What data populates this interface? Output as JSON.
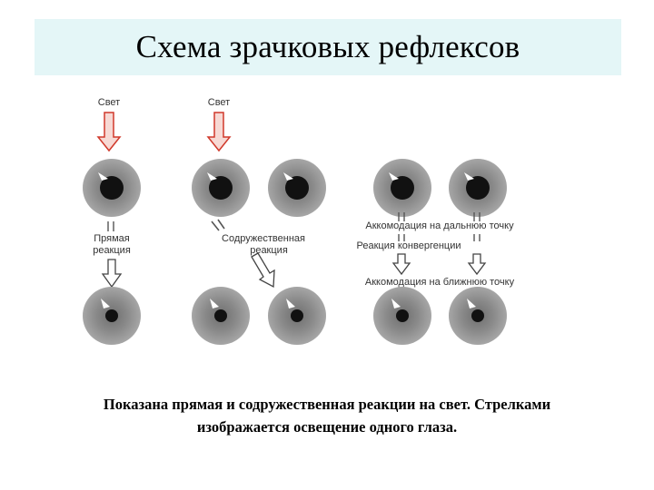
{
  "title": "Схема зрачковых рефлексов",
  "diagram": {
    "light_label_1": "Свет",
    "light_label_2": "Свет",
    "direct_reaction_line1": "Прямая",
    "direct_reaction_line2": "реакция",
    "consensual_line1": "Содружественная",
    "consensual_line2": "реакция",
    "accommodation_far": "Аккомодация на дальнюю точку",
    "convergence": "Реакция конвергенции",
    "accommodation_near": "Аккомодация на ближнюю точку"
  },
  "caption": {
    "line1": "Показана прямая и содружественная реакции на свет. Стрелками",
    "line2": "изображается освещение одного глаза."
  },
  "colors": {
    "title_background": "#e4f6f7",
    "light_arrow": "#d0392b",
    "iris": "#8c8c8c",
    "pupil": "#111111"
  }
}
